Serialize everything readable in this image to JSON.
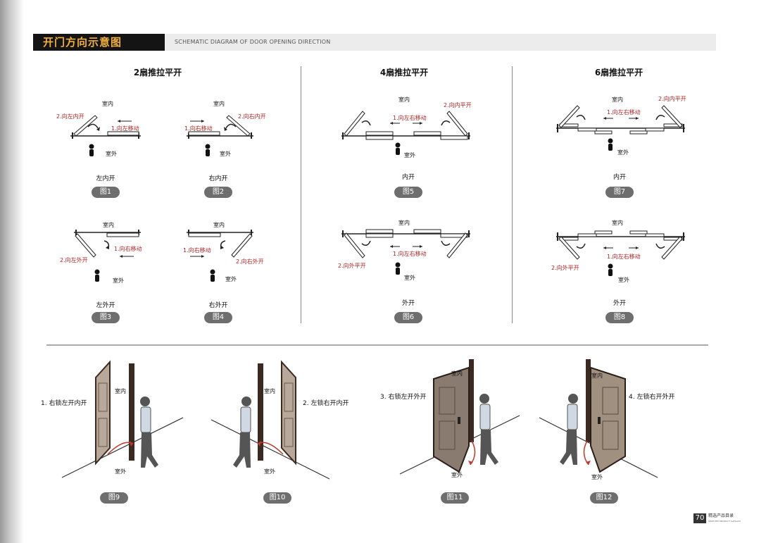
{
  "header": {
    "title": "开门方向示意图",
    "subtitle": "SCHEMATIC DIAGRAM OF DOOR OPENING DIRECTION"
  },
  "columns": [
    "2扇推拉平开",
    "4扇推拉平开",
    "6扇推拉平开"
  ],
  "labels": {
    "indoor": "室内",
    "outdoor": "室外"
  },
  "fig1": {
    "step1": "1.向左移动",
    "step2": "2.向左内开",
    "caption": "左内开",
    "badge": "图1"
  },
  "fig2": {
    "step1": "1.向右移动",
    "step2": "2.向右内开",
    "caption": "右内开",
    "badge": "图2"
  },
  "fig3": {
    "step1": "1.向右移动",
    "step2": "2.向左外开",
    "caption": "左外开",
    "badge": "图3"
  },
  "fig4": {
    "step1": "1.向右移动",
    "step2": "2.向右外开",
    "caption": "右外开",
    "badge": "图4"
  },
  "fig5": {
    "step1": "1.向左右移动",
    "step2": "2.向内平开",
    "caption": "内开",
    "badge": "图5"
  },
  "fig6": {
    "step1": "1.向左右移动",
    "step2": "2.向外平开",
    "caption": "外开",
    "badge": "图6"
  },
  "fig7": {
    "step1": "1.向左右移动",
    "step2": "2.向内平开",
    "caption": "内开",
    "badge": "图7"
  },
  "fig8": {
    "step1": "1.向左右移动",
    "step2": "2.向外平开",
    "caption": "外开",
    "badge": "图8"
  },
  "fig9": {
    "label": "1. 右锁左开内开",
    "badge": "图9"
  },
  "fig10": {
    "label": "2. 左锁右开内开",
    "badge": "图10"
  },
  "fig11": {
    "label": "3. 右锁左开外开",
    "badge": "图11"
  },
  "fig12": {
    "label": "4. 左锁右开外开",
    "badge": "图12"
  },
  "footer": {
    "page": "70",
    "catalog": "精选产品目录",
    "catalog_en": "SELECTED PRODUCT CATALOG"
  }
}
